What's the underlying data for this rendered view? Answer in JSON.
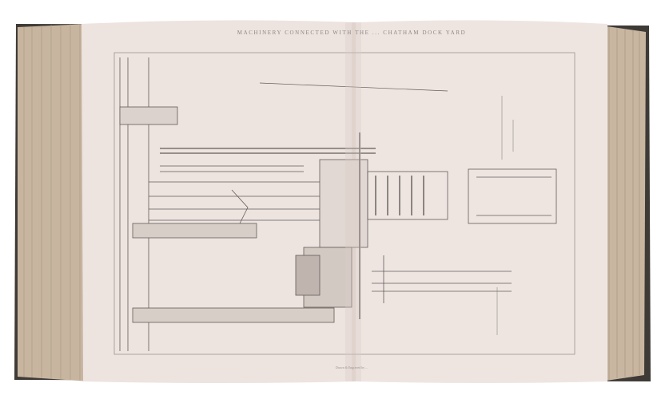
{
  "photo": {
    "subject": "open-bound-volume-engineering-plate",
    "plate_header": "MACHINERY CONNECTED WITH THE ... CHATHAM DOCK YARD",
    "plate_footer": "Drawn & Engraved by ...",
    "colors": {
      "paper": "#ede3df",
      "page_edges": "#c9b7a2",
      "cover": "#3e3a36",
      "ink": "#5a5550"
    }
  }
}
